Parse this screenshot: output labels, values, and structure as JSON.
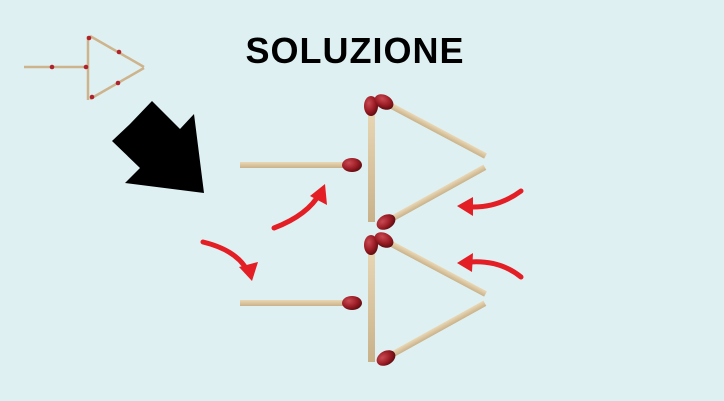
{
  "title": "SOLUZIONE",
  "colors": {
    "background": "#dff0f2",
    "match_stick": "#d8c3a0",
    "match_head": "#9b1c24",
    "arrow_red": "#e31e24",
    "arrow_black": "#000000"
  },
  "icons": {
    "big_arrow": "black-arrow-down-right",
    "move_arrows": "red-curved-arrow"
  }
}
